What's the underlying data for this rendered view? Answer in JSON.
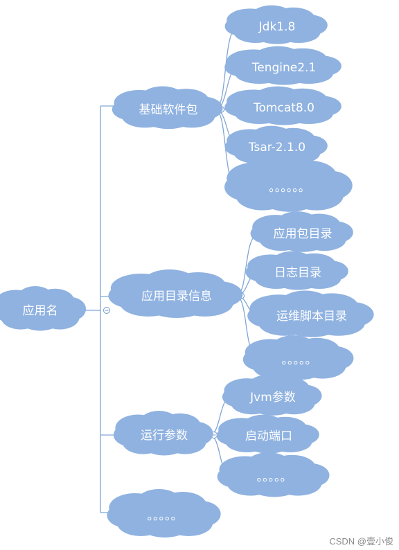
{
  "colors": {
    "cloud": "#8fb2e0",
    "line": "#7fa6d6",
    "text": "#ffffff",
    "collapse_marker": "#6f98cc"
  },
  "tree": {
    "root": "应用名",
    "branches": [
      {
        "label": "基础软件包",
        "children": [
          "Jdk1.8",
          "Tengine2.1",
          "Tomcat8.0",
          "Tsar-2.1.0",
          "。。。。。。"
        ]
      },
      {
        "label": "应用目录信息",
        "children": [
          "应用包目录",
          "日志目录",
          "运维脚本目录",
          "。。。。。"
        ]
      },
      {
        "label": "运行参数",
        "children": [
          "Jvm参数",
          "启动端口",
          "。。。。。"
        ]
      },
      {
        "label": "。。。。。",
        "children": []
      }
    ]
  },
  "watermark": "CSDN @壹小俊"
}
